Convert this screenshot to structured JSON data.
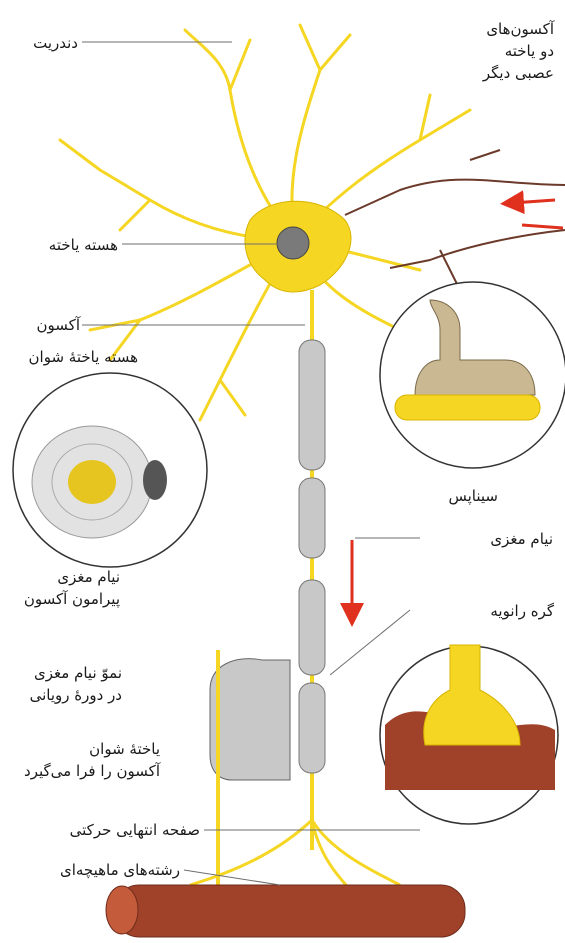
{
  "labels": {
    "dendrite": "دندریت",
    "other_axons": [
      "آکسون‌های",
      "دو یاخته",
      "عصبی دیگر"
    ],
    "cell_nucleus": "هسته یاخته",
    "axon": "آکسون",
    "schwann_nucleus": "هسته یاختهٔ شوان",
    "synapse": "سیناپس",
    "myelin": "نیام مغزی",
    "myelin_around_axon": [
      "نیام مغزی",
      "پیرامون آکسون"
    ],
    "ranvier_node": "گره رانویه",
    "myelin_growth": [
      "نموّ نیام مغزی",
      "در دورهٔ رویانی"
    ],
    "schwann_wraps": [
      "یاختهٔ شوان",
      "آکسون را فرا می‌گیرد"
    ],
    "motor_end_plate": "صفحه انتهایی حرکتی",
    "muscle_fibers": "رشته‌های ماهیچه‌ای"
  },
  "colors": {
    "neuron": "#f5d623",
    "neuron_outline": "#d9b400",
    "myelin": "#c8c8c8",
    "synapse_terminal": "#c9b892",
    "muscle": "#a0422a",
    "signal_arrow": "#e0301e",
    "leader_line": "#6e6e6e"
  }
}
